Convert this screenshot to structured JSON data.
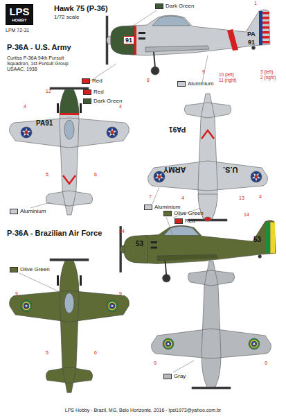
{
  "diagram": {
    "title": "Hawk 75 (P-36)",
    "nodes": [
      {
        "text": [
          "LPS",
          "HOBBY"
        ]
      }
    ],
    "labels": [
      "LPM 72-31",
      "1/72 scale",
      "P-36A - U.S. Army",
      "Curtiss P-36A 94th Pursuit Squadron, 1st Pursuit Group USAAC, 1938",
      "1",
      "PA",
      "91",
      "91",
      "3 (left)",
      "2 (right)",
      "10 (left)",
      "11 (right)",
      "9",
      "8",
      "PA91",
      "4",
      "12",
      "4",
      "5",
      "6",
      "PA91",
      "ARMY",
      "U.S.",
      "7",
      "4",
      "13",
      "4",
      "P-36A - Brazilian Air Force",
      "14",
      "53",
      "14",
      "53",
      "9",
      "9",
      "5",
      "6",
      "9",
      "9",
      "LPS Hobby - Brazil, MG, Belo Horizonte, 2016 - lpsi1973@yahoo.com.br"
    ],
    "legend": [
      {
        "text": "Dark Green",
        "color": "#3d5a35"
      },
      {
        "text": "Red",
        "color": "#d42020"
      },
      {
        "text": "Aluminium",
        "color": "#c9ccd0"
      },
      {
        "text": "Red",
        "color": "#d42020"
      },
      {
        "text": "Dark Green",
        "color": "#3d5a35"
      },
      {
        "text": "Aluminium",
        "color": "#c9ccd0"
      },
      {
        "text": "Aluminium",
        "color": "#c9ccd0"
      },
      {
        "text": "Red",
        "color": "#d42020"
      },
      {
        "text": "Olive Green",
        "color": "#5f6b35"
      },
      {
        "text": "Olive Green",
        "color": "#5f6b35"
      },
      {
        "text": "Gray",
        "color": "#b5b8bc"
      }
    ]
  }
}
